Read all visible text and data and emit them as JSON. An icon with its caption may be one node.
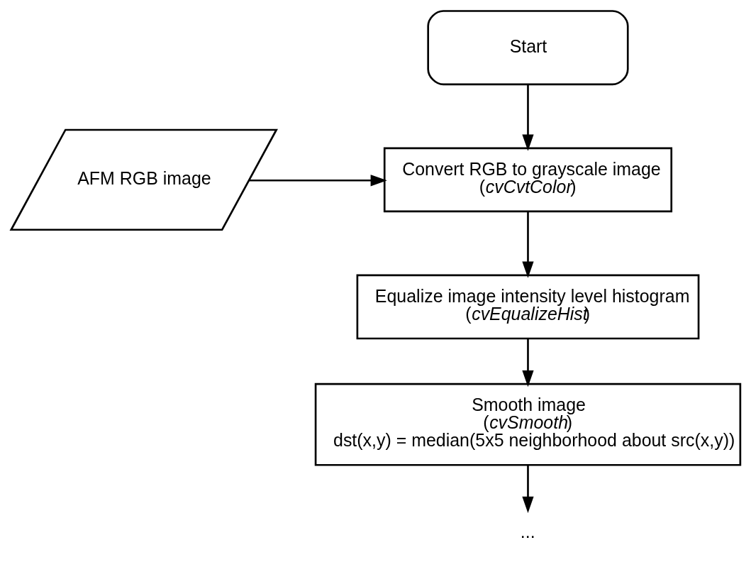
{
  "diagram": {
    "nodes": [
      {
        "text": [
          "Start"
        ]
      },
      {
        "text": [
          "AFM RGB image"
        ]
      },
      {
        "text": [
          "Convert RGB to grayscale image",
          "(*cvCvtColor*)"
        ]
      },
      {
        "text": [
          "Equalize image intensity level histogram",
          "(*cvEqualizeHist*)"
        ]
      },
      {
        "text": [
          "Smooth image",
          "(*cvSmooth*)",
          "dst(x,y) = median(5x5 neighborhood about src(x,y))"
        ]
      },
      {
        "text": [
          "..."
        ]
      }
    ],
    "edges": [
      {
        "from": 0,
        "to": 2,
        "arrow": "to"
      },
      {
        "from": 1,
        "to": 2,
        "arrow": "to"
      },
      {
        "from": 2,
        "to": 3,
        "arrow": "to"
      },
      {
        "from": 3,
        "to": 4,
        "arrow": "to"
      },
      {
        "from": 4,
        "to": 5,
        "arrow": "to"
      }
    ]
  }
}
